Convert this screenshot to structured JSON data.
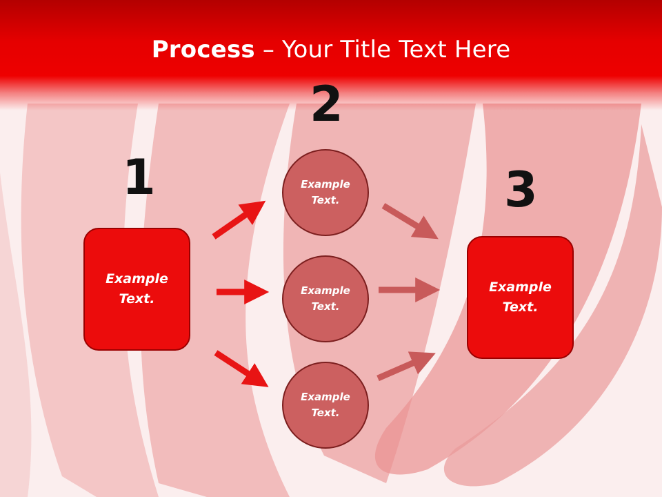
{
  "slide": {
    "title_bold": "Process",
    "title_rest": " – Your Title Text Here"
  },
  "steps": {
    "one": "1",
    "two": "2",
    "three": "3"
  },
  "nodes": {
    "left_box": "Example\nText.",
    "circle_top": "Example\nText.",
    "circle_middle": "Example\nText.",
    "circle_bottom": "Example\nText.",
    "right_box": "Example\nText."
  },
  "colors": {
    "title_band": "#e50000",
    "box_fill": "#ec0c0c",
    "circle_fill": "#cc6060",
    "arrow_bright": "#e81414",
    "arrow_muted": "#c85a5a"
  }
}
